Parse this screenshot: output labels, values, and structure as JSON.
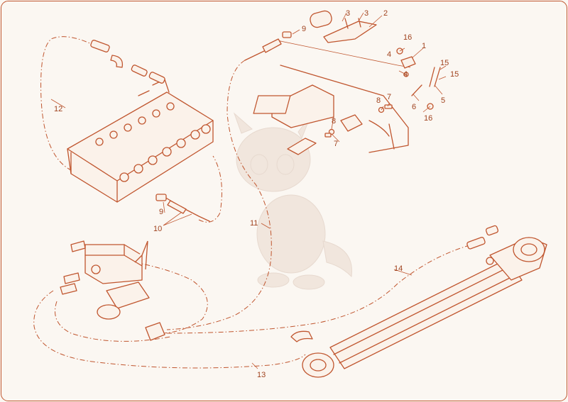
{
  "callouts": [
    {
      "id": "c1",
      "text": "1"
    },
    {
      "id": "c2",
      "text": "2"
    },
    {
      "id": "c3a",
      "text": "3"
    },
    {
      "id": "c3b",
      "text": "3"
    },
    {
      "id": "c4a",
      "text": "4"
    },
    {
      "id": "c4b",
      "text": "4"
    },
    {
      "id": "c5",
      "text": "5"
    },
    {
      "id": "c6",
      "text": "6"
    },
    {
      "id": "c7a",
      "text": "7"
    },
    {
      "id": "c7b",
      "text": "7"
    },
    {
      "id": "c8a",
      "text": "8"
    },
    {
      "id": "c8b",
      "text": "8"
    },
    {
      "id": "c9a",
      "text": "9"
    },
    {
      "id": "c9b",
      "text": "9"
    },
    {
      "id": "c10",
      "text": "10"
    },
    {
      "id": "c11",
      "text": "11"
    },
    {
      "id": "c12",
      "text": "12"
    },
    {
      "id": "c13",
      "text": "13"
    },
    {
      "id": "c14",
      "text": "14"
    },
    {
      "id": "c15a",
      "text": "15"
    },
    {
      "id": "c15b",
      "text": "15"
    },
    {
      "id": "c16a",
      "text": "16"
    },
    {
      "id": "c16b",
      "text": "16"
    }
  ],
  "colors": {
    "line": "#c0562f",
    "label": "#a0431f",
    "background": "#fbf7f2",
    "watermark": "#e9d9cd"
  }
}
